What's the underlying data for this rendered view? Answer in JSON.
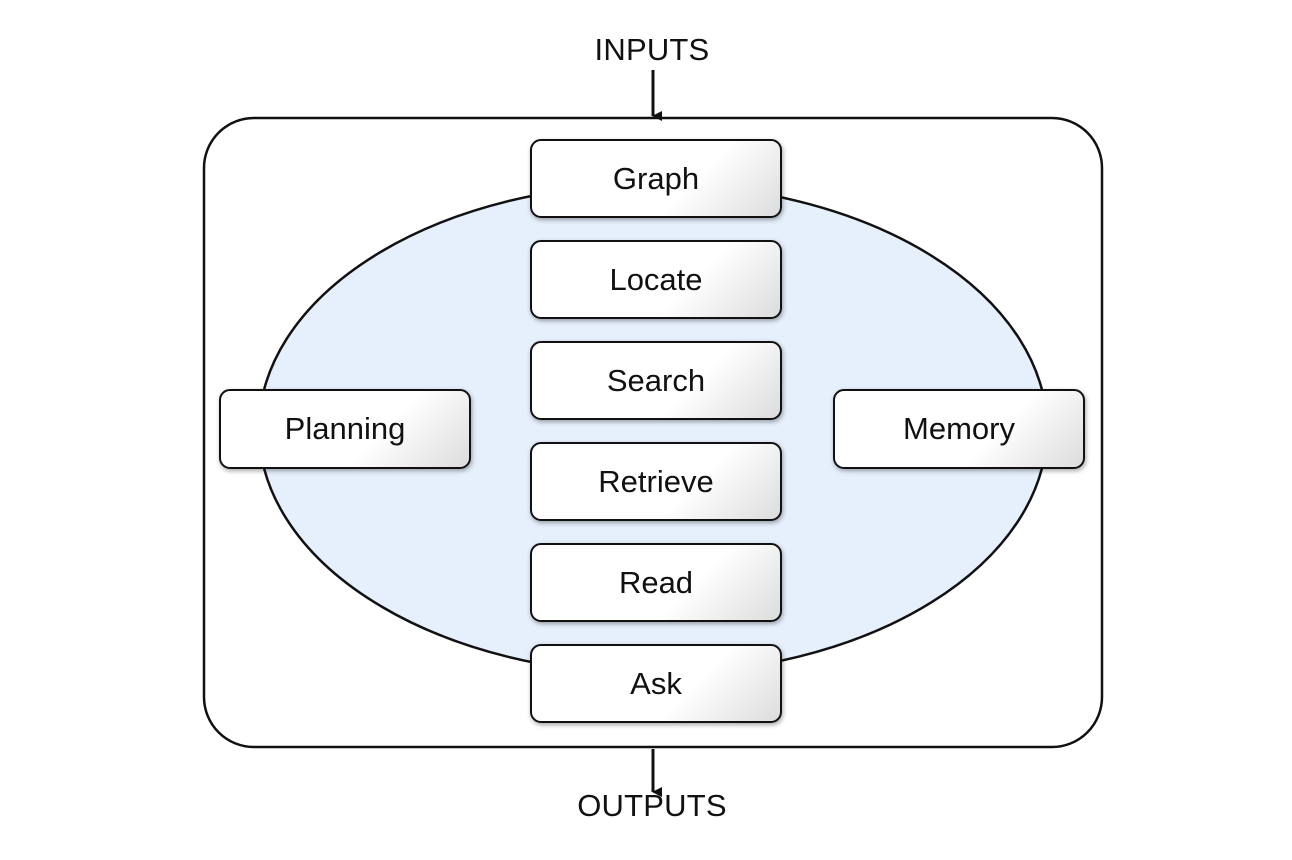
{
  "diagram": {
    "inputs_label": "INPUTS",
    "outputs_label": "OUTPUTS",
    "center_boxes": [
      "Graph",
      "Locate",
      "Search",
      "Retrieve",
      "Read",
      "Ask"
    ],
    "left_box": "Planning",
    "right_box": "Memory",
    "colors": {
      "ellipse_fill": "#e6f0fc",
      "stroke": "#111111",
      "box_fill": "#ffffff"
    }
  }
}
